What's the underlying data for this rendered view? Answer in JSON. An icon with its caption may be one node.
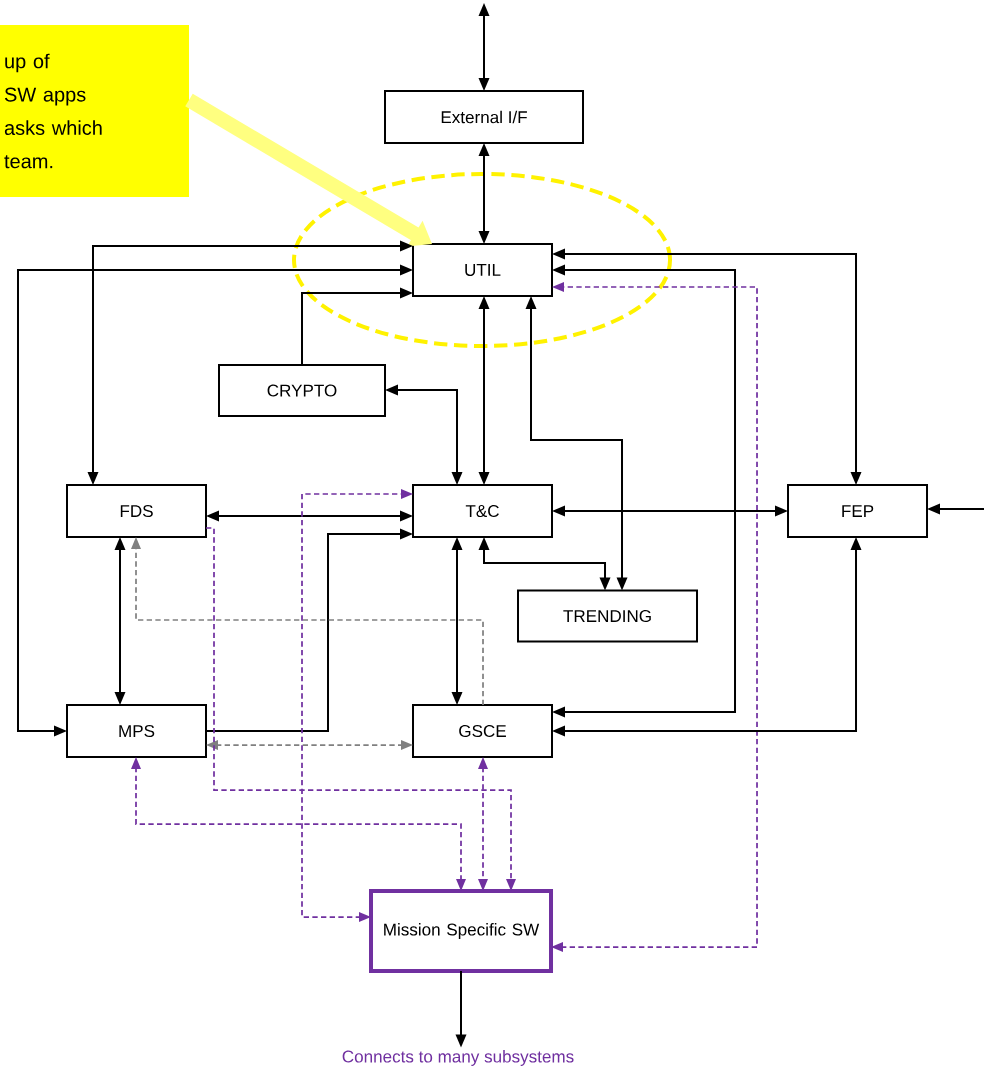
{
  "diagram": {
    "nodes": [
      {
        "text": [
          "up of",
          "SW apps",
          "asks which",
          "team."
        ]
      },
      {
        "text": [
          "External I/F"
        ]
      },
      {
        "text": [],
        "shape": "ellipse"
      },
      {
        "text": [
          "UTIL"
        ],
        "in": 2
      },
      {
        "text": [
          "CRYPTO"
        ]
      },
      {
        "text": [
          "FDS"
        ]
      },
      {
        "text": [
          "T&C"
        ]
      },
      {
        "text": [
          "FEP"
        ]
      },
      {
        "text": [
          "TRENDING"
        ]
      },
      {
        "text": [
          "MPS"
        ]
      },
      {
        "text": [
          "GSCE"
        ]
      },
      {
        "text": [
          "Mission Specific SW"
        ]
      },
      {
        "text": [
          "Connects to many subsystems"
        ]
      }
    ],
    "edges": [
      {
        "from": null,
        "to": 1,
        "arrow": "both"
      },
      {
        "from": 1,
        "to": 3,
        "arrow": "both"
      },
      {
        "from": 0,
        "to": 3,
        "arrow": "to",
        "style": "thick",
        "color": "#ffff80"
      },
      {
        "from": 3,
        "to": 5,
        "arrow": "both"
      },
      {
        "from": 3,
        "to": 9,
        "arrow": "both"
      },
      {
        "from": 4,
        "to": 3,
        "arrow": "to"
      },
      {
        "from": 4,
        "to": 6,
        "arrow": "both"
      },
      {
        "from": 3,
        "to": 6,
        "arrow": "both"
      },
      {
        "from": 3,
        "to": 8,
        "arrow": "both"
      },
      {
        "from": 3,
        "to": 7,
        "arrow": "both"
      },
      {
        "from": 3,
        "to": 10,
        "arrow": "both"
      },
      {
        "from": 11,
        "to": 3,
        "arrow": "both",
        "style": "dashed",
        "color": "#7030a0"
      },
      {
        "from": 5,
        "to": 6,
        "arrow": "both"
      },
      {
        "from": 6,
        "to": 7,
        "arrow": "both"
      },
      {
        "from": null,
        "to": 7,
        "arrow": "to"
      },
      {
        "from": 6,
        "to": 8,
        "arrow": "both"
      },
      {
        "from": 9,
        "to": 6,
        "arrow": "to"
      },
      {
        "from": 5,
        "to": 9,
        "arrow": "both"
      },
      {
        "from": 10,
        "to": 5,
        "arrow": "to",
        "style": "dashed",
        "color": "#808080"
      },
      {
        "from": 9,
        "to": 10,
        "arrow": "both",
        "style": "dashed",
        "color": "#808080"
      },
      {
        "from": 6,
        "to": 10,
        "arrow": "both"
      },
      {
        "from": 11,
        "to": 6,
        "arrow": "both",
        "style": "dashed",
        "color": "#7030a0"
      },
      {
        "from": 5,
        "to": 11,
        "arrow": "to",
        "style": "dashed",
        "color": "#7030a0"
      },
      {
        "from": 9,
        "to": 11,
        "arrow": "both",
        "style": "dashed",
        "color": "#7030a0"
      },
      {
        "from": 10,
        "to": 11,
        "arrow": "both",
        "style": "dashed",
        "color": "#7030a0"
      },
      {
        "from": 11,
        "to": 12,
        "arrow": "to"
      },
      {
        "from": 10,
        "to": 7,
        "arrow": "both"
      }
    ]
  }
}
